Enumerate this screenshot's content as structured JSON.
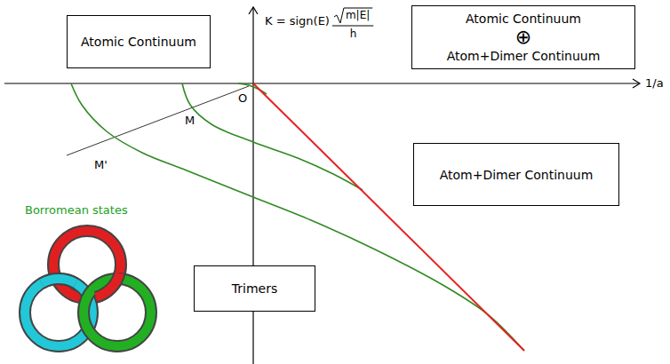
{
  "diagram": {
    "nodes": [
      {
        "text": [
          "Atomic Continuum"
        ]
      },
      {
        "text": [
          "Atomic Continuum",
          "⊕",
          "Atom+Dimer Continuum"
        ]
      },
      {
        "text": [
          "Atom+Dimer Continuum"
        ]
      },
      {
        "text": [
          "Trimers"
        ]
      }
    ],
    "labels": [
      "K = sign(E)",
      "m|E|",
      "h",
      "1/a",
      "O",
      "M",
      "M'",
      "Borromean states"
    ]
  }
}
